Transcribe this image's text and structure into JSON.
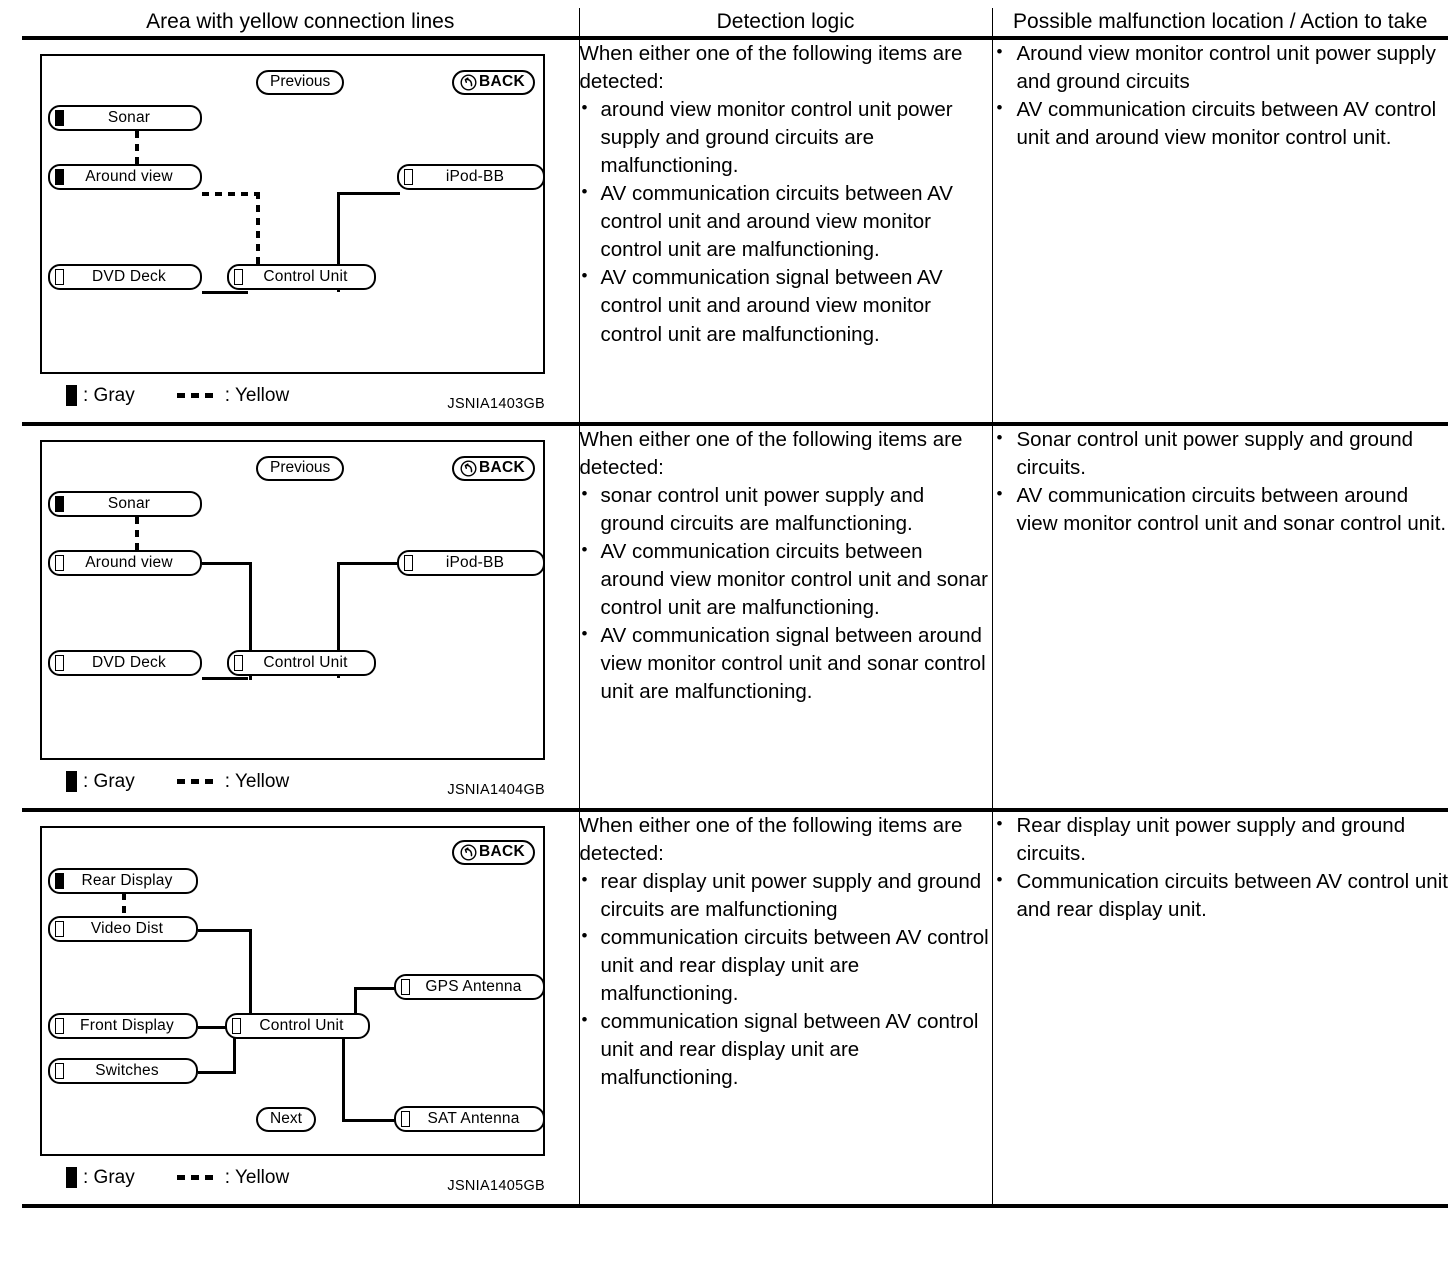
{
  "table": {
    "headers": {
      "col1": "Area with yellow connection lines",
      "col2": "Detection logic",
      "col3": "Possible malfunction location / Action to take"
    }
  },
  "legend": {
    "gray_label": ": Gray",
    "yellow_label": ": Yellow"
  },
  "buttons": {
    "previous": "Previous",
    "back": "BACK",
    "next": "Next"
  },
  "rows": [
    {
      "figure_id": "JSNIA1403GB",
      "diagram": {
        "nodes": [
          {
            "label": "Sonar",
            "marker": "filled"
          },
          {
            "label": "Around view",
            "marker": "filled"
          },
          {
            "label": "DVD Deck",
            "marker": "hollow"
          },
          {
            "label": "Control Unit",
            "marker": "hollow"
          },
          {
            "label": "iPod-BB",
            "marker": "hollow"
          }
        ]
      },
      "logic": {
        "intro": "When either one of the following items are detected:",
        "bullets": [
          "around view monitor control unit power supply and ground circuits are malfunctioning.",
          "AV communication circuits between AV control unit and around view monitor control unit are malfunctioning.",
          "AV communication signal between AV control unit and around view monitor control unit are malfunctioning."
        ]
      },
      "action": {
        "bullets": [
          "Around view monitor control unit power supply and ground circuits",
          "AV communication circuits between AV control unit and around view monitor control unit."
        ]
      }
    },
    {
      "figure_id": "JSNIA1404GB",
      "diagram": {
        "nodes": [
          {
            "label": "Sonar",
            "marker": "filled"
          },
          {
            "label": "Around view",
            "marker": "hollow"
          },
          {
            "label": "DVD Deck",
            "marker": "hollow"
          },
          {
            "label": "Control Unit",
            "marker": "hollow"
          },
          {
            "label": "iPod-BB",
            "marker": "hollow"
          }
        ]
      },
      "logic": {
        "intro": "When either one of the following items are detected:",
        "bullets": [
          "sonar control unit power supply and ground circuits are malfunctioning.",
          "AV communication circuits between around view monitor control unit and sonar control unit are malfunctioning.",
          "AV communication signal between around view monitor control unit and sonar control unit are malfunctioning."
        ]
      },
      "action": {
        "bullets": [
          "Sonar control unit power supply and ground circuits.",
          "AV communication circuits between around view monitor control unit and sonar control unit."
        ]
      }
    },
    {
      "figure_id": "JSNIA1405GB",
      "diagram": {
        "nodes": [
          {
            "label": "Rear Display",
            "marker": "filled"
          },
          {
            "label": "Video Dist",
            "marker": "hollow"
          },
          {
            "label": "Front Display",
            "marker": "hollow"
          },
          {
            "label": "Switches",
            "marker": "hollow"
          },
          {
            "label": "Control Unit",
            "marker": "hollow"
          },
          {
            "label": "GPS Antenna",
            "marker": "hollow"
          },
          {
            "label": "SAT Antenna",
            "marker": "hollow"
          }
        ]
      },
      "logic": {
        "intro": "When either one of the following items are detected:",
        "bullets": [
          "rear display unit power supply and ground circuits are malfunctioning",
          "communication circuits between AV control unit and rear display unit are malfunctioning.",
          "communication signal between AV control unit and rear display unit are malfunctioning."
        ]
      },
      "action": {
        "bullets": [
          "Rear display unit power supply and ground circuits.",
          "Communication circuits between AV control unit and rear display unit."
        ]
      }
    }
  ]
}
